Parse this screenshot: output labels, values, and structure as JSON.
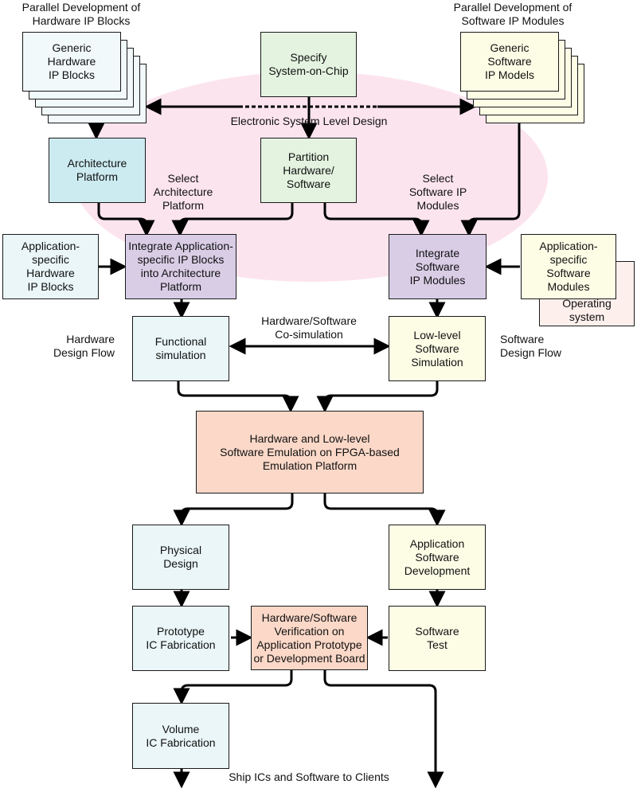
{
  "labels": {
    "parallel_hw": "Parallel Development of\nHardware IP Blocks",
    "parallel_sw": "Parallel Development of\nSoftware IP Modules",
    "esl": "Electronic System Level Design",
    "select_arch": "Select\nArchitecture\nPlatform",
    "select_sw": "Select\nSoftware IP\nModules",
    "hw_flow": "Hardware\nDesign Flow",
    "sw_flow": "Software\nDesign Flow",
    "cosim": "Hardware/Software\nCo-simulation",
    "ship": "Ship ICs and Software to Clients"
  },
  "boxes": {
    "generic_hw": "Generic\nHardware\nIP Blocks",
    "specify_soc": "Specify\nSystem-on-Chip",
    "generic_sw": "Generic\nSoftware\nIP Models",
    "arch_platform": "Architecture\nPlatform",
    "partition": "Partition\nHardware/\nSoftware",
    "app_hw_ip": "Application-\nspecific\nHardware\nIP Blocks",
    "integrate_hw": "Integrate Application-\nspecific IP Blocks\ninto Architecture\nPlatform",
    "integrate_sw": "Integrate\nSoftware\nIP Modules",
    "app_sw_modules": "Application-\nspecific\nSoftware\nModules",
    "os": "Operating\nsystem",
    "functional_sim": "Functional\nsimulation",
    "lowlevel_sim": "Low-level\nSoftware\nSimulation",
    "emulation": "Hardware and Low-level\nSoftware Emulation on FPGA-based\nEmulation Platform",
    "physical_design": "Physical\nDesign",
    "app_sw_dev": "Application\nSoftware\nDevelopment",
    "prototype_ic": "Prototype\nIC Fabrication",
    "hw_sw_verif": "Hardware/Software\nVerification on\nApplication Prototype\nor Development Board",
    "software_test": "Software\nTest",
    "volume_ic": "Volume\nIC Fabrication"
  },
  "colors": {
    "esl_region": "#fce4ee",
    "hardware": "#eaf6f8",
    "architecture": "#ccebf1",
    "specify": "#e3f3e0",
    "integrate": "#d9cde6",
    "software": "#fdfde6",
    "os": "#fdf0ec",
    "emulation": "#fbd8c8"
  }
}
